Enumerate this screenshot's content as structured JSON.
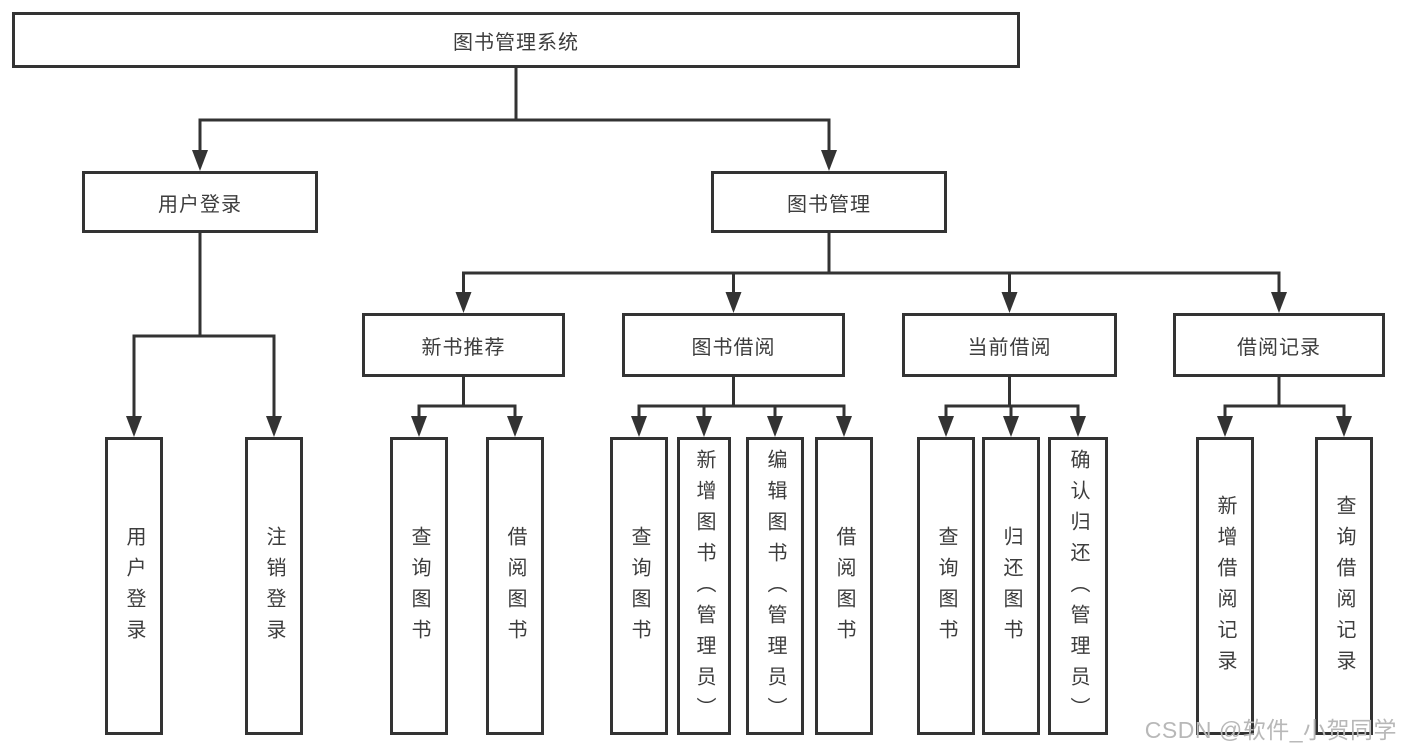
{
  "diagram": {
    "title": "图书管理系统",
    "nodes": [
      {
        "id": "library-system",
        "label": "图书管理系统",
        "parent": null,
        "vertical": false
      },
      {
        "id": "user-login-group",
        "label": "用户登录",
        "parent": "library-system",
        "vertical": false
      },
      {
        "id": "book-management",
        "label": "图书管理",
        "parent": "library-system",
        "vertical": false
      },
      {
        "id": "new-book-recommend",
        "label": "新书推荐",
        "parent": "book-management",
        "vertical": false
      },
      {
        "id": "book-borrowing",
        "label": "图书借阅",
        "parent": "book-management",
        "vertical": false
      },
      {
        "id": "current-borrowing",
        "label": "当前借阅",
        "parent": "book-management",
        "vertical": false
      },
      {
        "id": "borrowing-records",
        "label": "借阅记录",
        "parent": "book-management",
        "vertical": false
      },
      {
        "id": "user-login",
        "label": "用户登录",
        "parent": "user-login-group",
        "vertical": true
      },
      {
        "id": "logout-login",
        "label": "注销登录",
        "parent": "user-login-group",
        "vertical": true
      },
      {
        "id": "nb-query-books",
        "label": "查询图书",
        "parent": "new-book-recommend",
        "vertical": true
      },
      {
        "id": "nb-borrow-books",
        "label": "借阅图书",
        "parent": "new-book-recommend",
        "vertical": true
      },
      {
        "id": "bb-query-books",
        "label": "查询图书",
        "parent": "book-borrowing",
        "vertical": true
      },
      {
        "id": "bb-add-books-admin",
        "label": "新增图书（管理员）",
        "parent": "book-borrowing",
        "vertical": true
      },
      {
        "id": "bb-edit-books-admin",
        "label": "编辑图书（管理员）",
        "parent": "book-borrowing",
        "vertical": true
      },
      {
        "id": "bb-borrow-books",
        "label": "借阅图书",
        "parent": "book-borrowing",
        "vertical": true
      },
      {
        "id": "cb-query-books",
        "label": "查询图书",
        "parent": "current-borrowing",
        "vertical": true
      },
      {
        "id": "cb-return-books",
        "label": "归还图书",
        "parent": "current-borrowing",
        "vertical": true
      },
      {
        "id": "cb-confirm-return-admin",
        "label": "确认归还（管理员）",
        "parent": "current-borrowing",
        "vertical": true
      },
      {
        "id": "br-add-record",
        "label": "新增借阅记录",
        "parent": "borrowing-records",
        "vertical": true
      },
      {
        "id": "br-query-record",
        "label": "查询借阅记录",
        "parent": "borrowing-records",
        "vertical": true
      }
    ]
  },
  "watermark": {
    "text": "CSDN @软件_小贺同学"
  },
  "colors": {
    "line": "#333333",
    "box_border": "#333333",
    "box_fill": "#ffffff",
    "text": "#3d3d3d",
    "watermark": "#b8b8b8",
    "background": "#ffffff"
  }
}
